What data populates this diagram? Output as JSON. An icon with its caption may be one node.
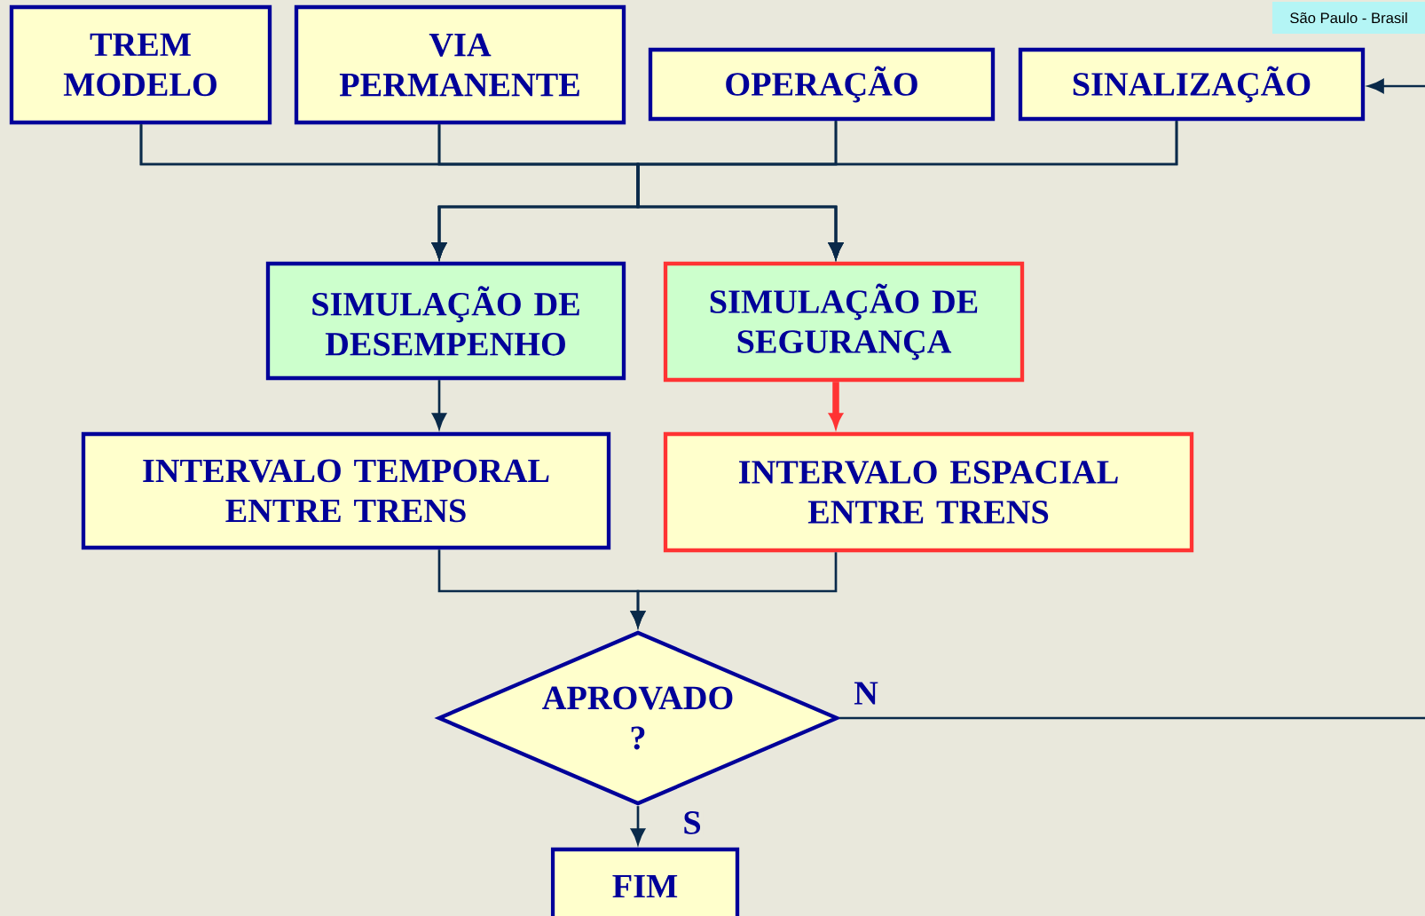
{
  "diagram": {
    "nodes": [
      {
        "text": [
          "TREM MODELO"
        ]
      },
      {
        "text": [
          "VIA PERMANENTE"
        ]
      },
      {
        "text": [
          "OPERAÇÃO"
        ]
      },
      {
        "text": [
          "SINALIZAÇÃO"
        ]
      },
      {
        "text": [
          "SIMULAÇÃO DE DESEMPENHO"
        ]
      },
      {
        "text": [
          "SIMULAÇÃO DE SEGURANÇA"
        ]
      },
      {
        "text": [
          "INTERVALO TEMPORAL ENTRE TRENS"
        ]
      },
      {
        "text": [
          "INTERVALO ESPACIAL ENTRE TRENS"
        ]
      },
      {
        "text": [
          "APROVADO ?"
        ]
      },
      {
        "text": [
          "FIM"
        ]
      }
    ],
    "edges": [
      {
        "from": 0,
        "to": 4,
        "arrow": "to"
      },
      {
        "from": 0,
        "to": 5,
        "arrow": "to"
      },
      {
        "from": 1,
        "to": 4,
        "arrow": "to"
      },
      {
        "from": 1,
        "to": 5,
        "arrow": "to"
      },
      {
        "from": 2,
        "to": 4,
        "arrow": "to"
      },
      {
        "from": 2,
        "to": 5,
        "arrow": "to"
      },
      {
        "from": 3,
        "to": 4,
        "arrow": "to"
      },
      {
        "from": 3,
        "to": 5,
        "arrow": "to"
      },
      {
        "from": 4,
        "to": 6,
        "arrow": "to"
      },
      {
        "from": 5,
        "to": 7,
        "arrow": "to",
        "style": "thick",
        "color": "#ff3333"
      },
      {
        "from": 6,
        "to": 8,
        "arrow": "to"
      },
      {
        "from": 7,
        "to": 8,
        "arrow": "to"
      },
      {
        "from": 8,
        "to": 9,
        "arrow": "to",
        "label": "S"
      },
      {
        "from": 8,
        "to": 3,
        "arrow": "to",
        "label": "N"
      }
    ],
    "labels": [
      "São Paulo - Brasil"
    ]
  }
}
